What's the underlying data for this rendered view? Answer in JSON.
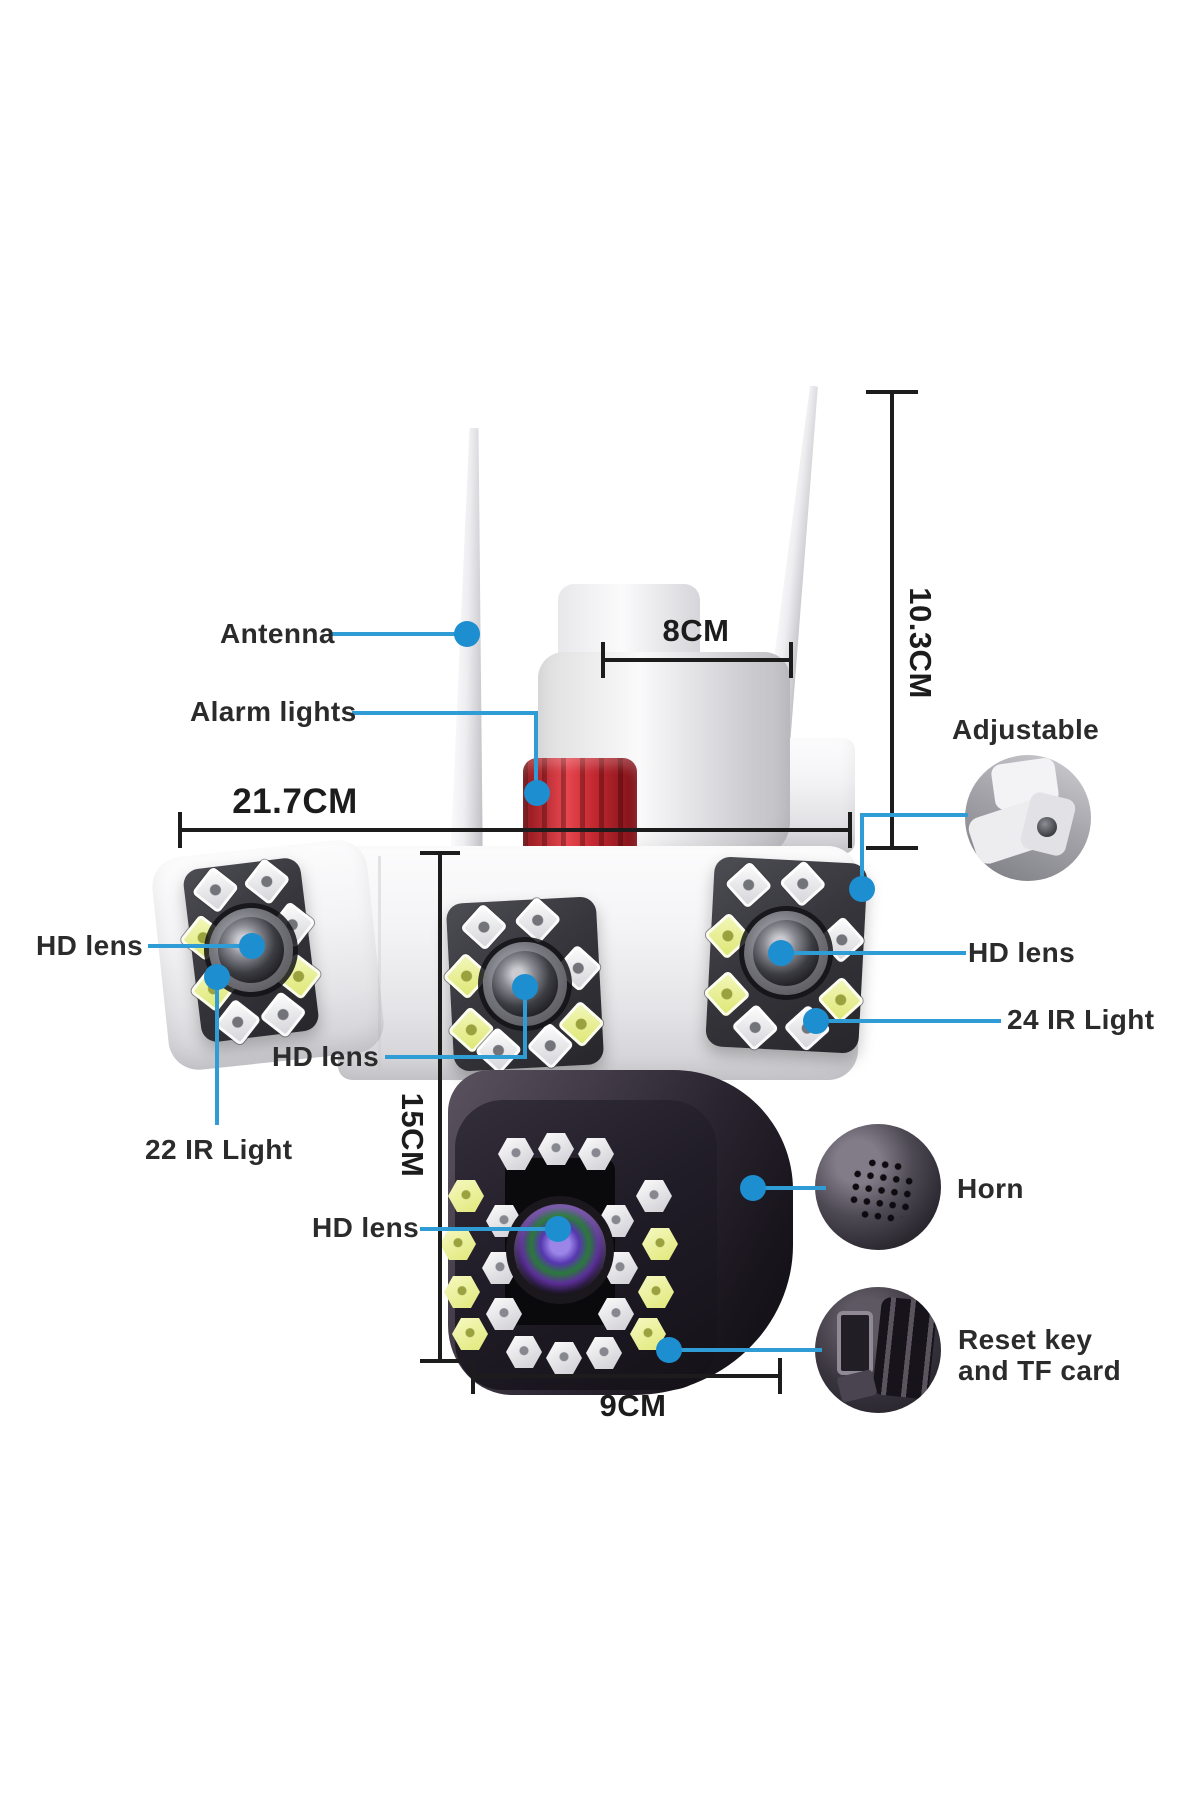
{
  "callouts": {
    "antenna": "Antenna",
    "alarm_lights": "Alarm lights",
    "adjustable": "Adjustable",
    "hd_lens_left": "HD lens",
    "hd_lens_center": "HD lens",
    "hd_lens_right": "HD lens",
    "hd_lens_bottom": "HD lens",
    "ir_light_22": "22 IR Light",
    "ir_light_24": "24 IR Light",
    "horn": "Horn",
    "reset_key_line1": "Reset key",
    "reset_key_line2": "and TF card"
  },
  "dimensions": {
    "cap_width": "8CM",
    "antenna_height": "10.3CM",
    "body_width": "21.7CM",
    "body_height": "15CM",
    "dome_width": "9CM"
  },
  "colors": {
    "leader_blue": "#2f9cd6",
    "dot_blue": "#1d8ed0",
    "dimension_black": "#1c1c1c",
    "label_text": "#2b2b2b",
    "alarm_red": "#c0242b",
    "background": "#ffffff"
  }
}
